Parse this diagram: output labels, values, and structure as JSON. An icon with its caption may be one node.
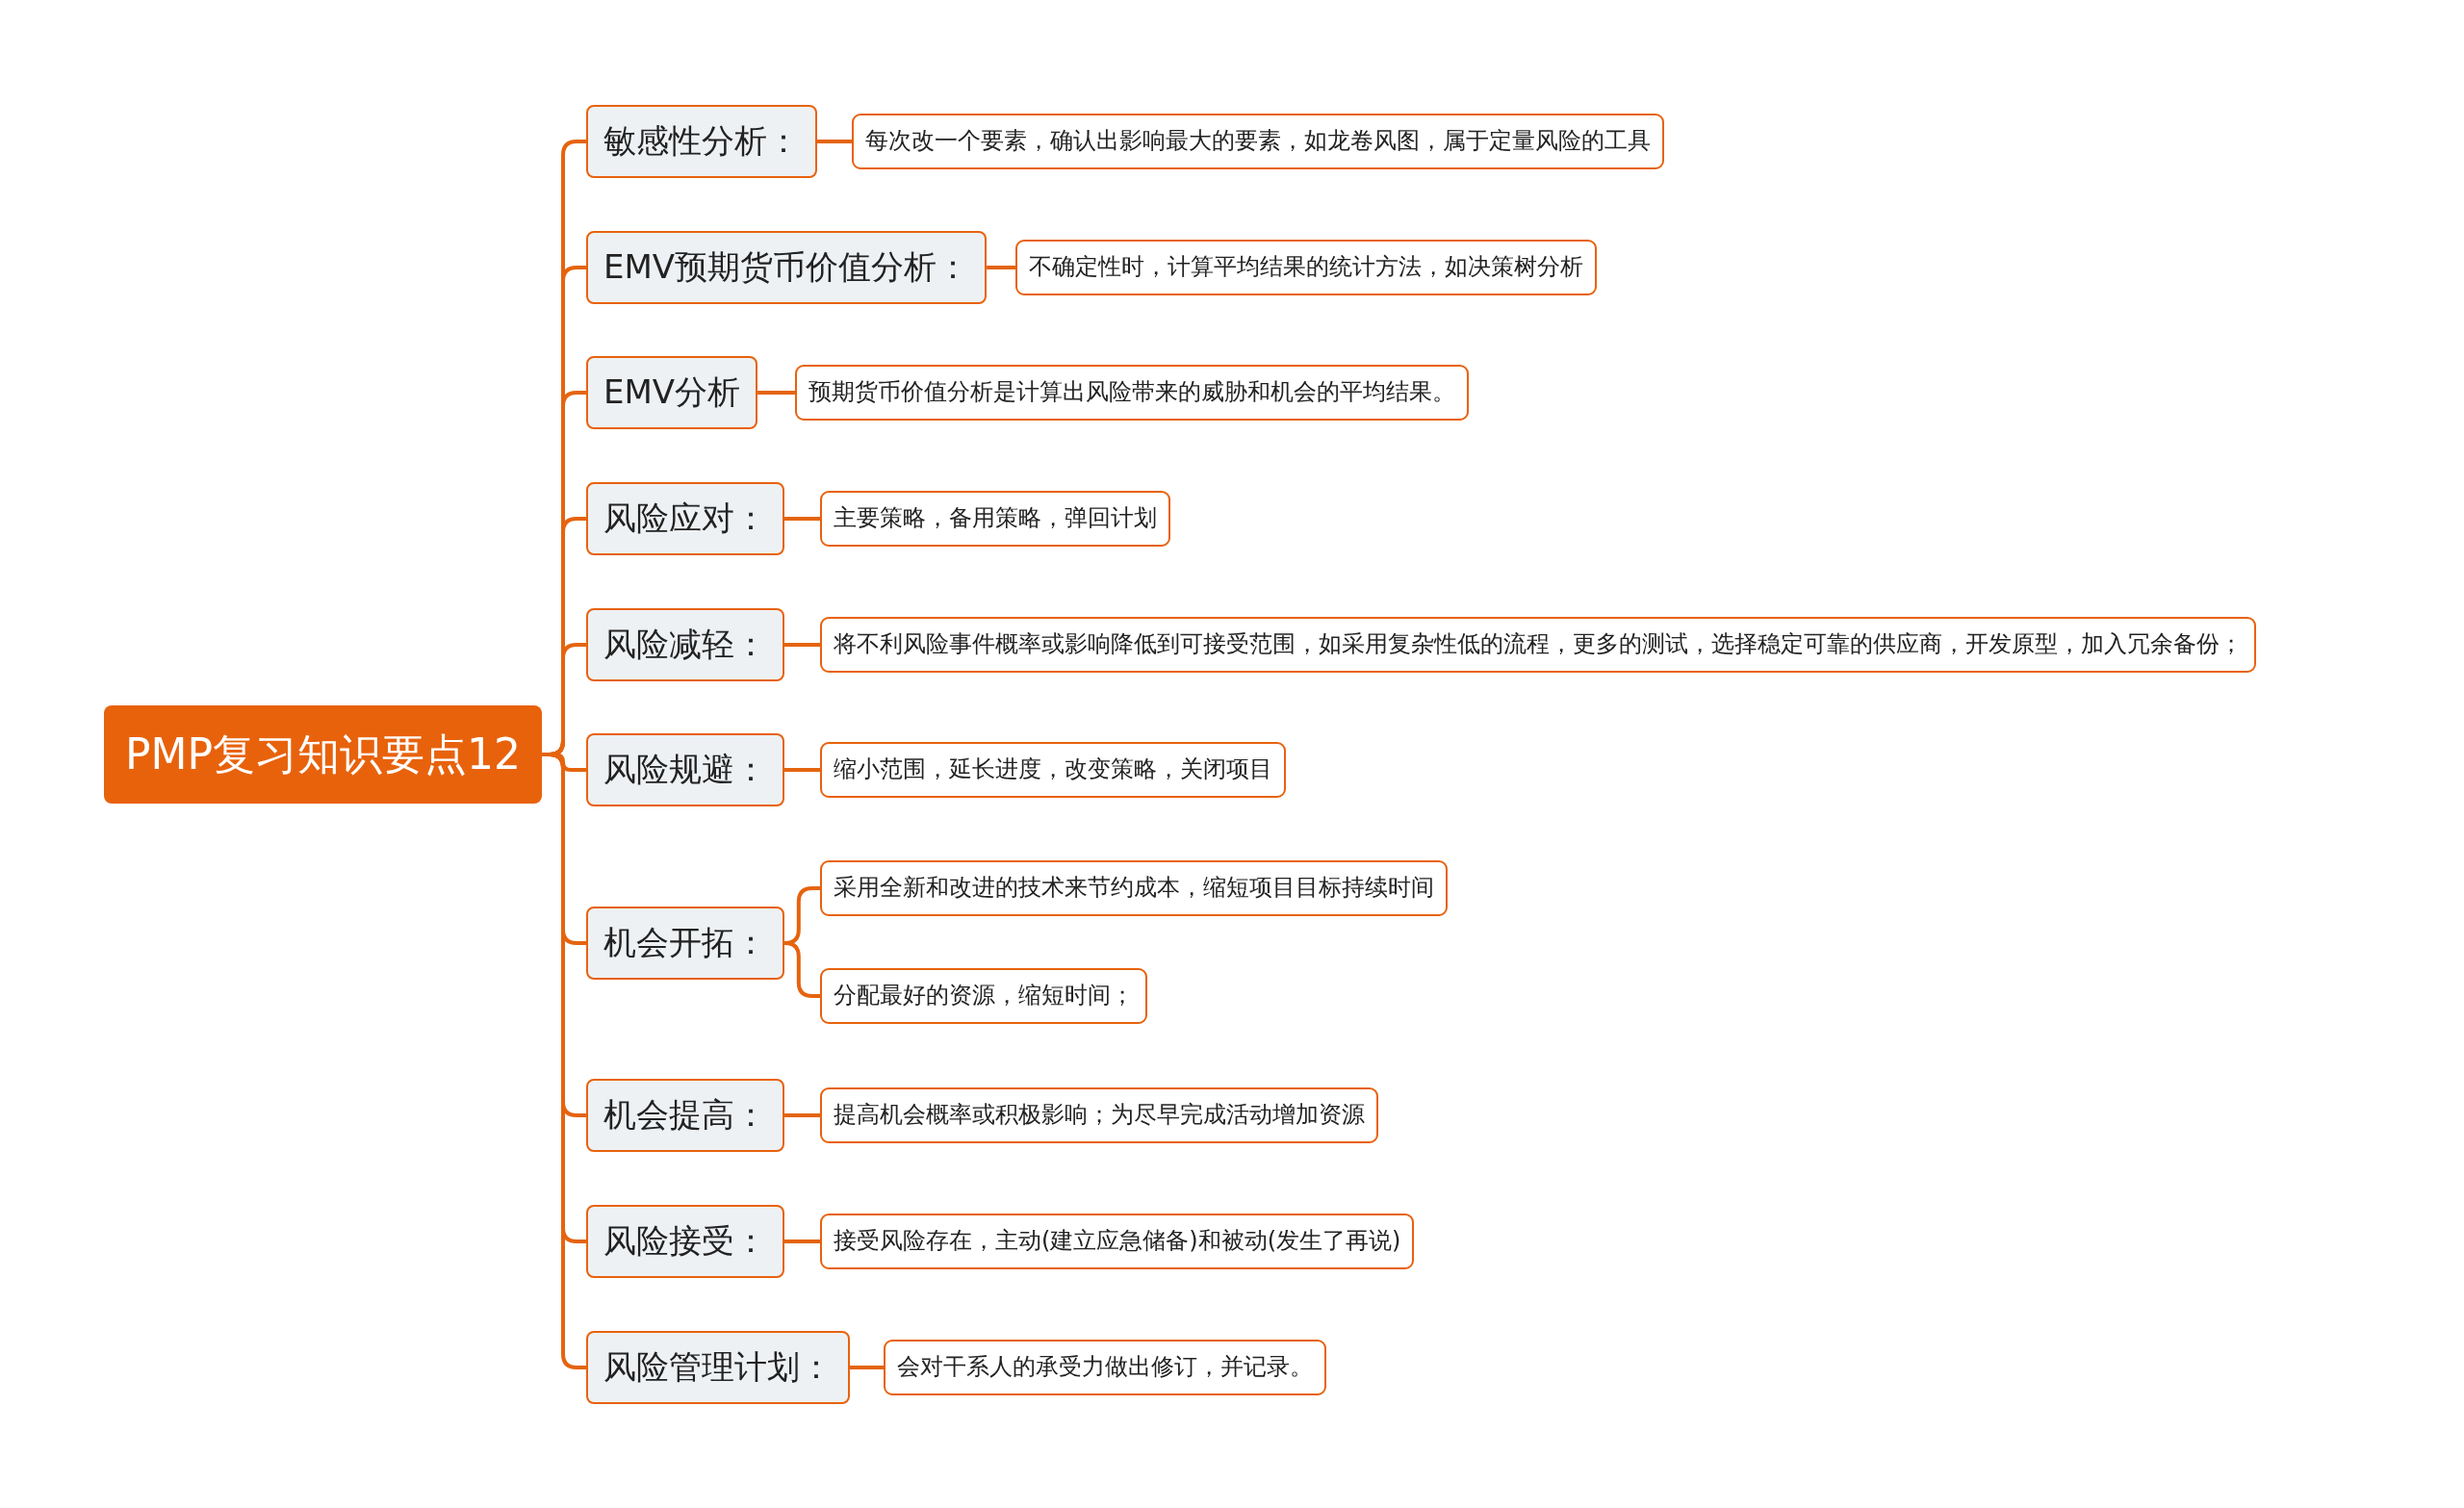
{
  "diagram": {
    "nodes": [
      {
        "text": [
          "PMP复习知识要点12"
        ]
      },
      {
        "text": [
          "敏感性分析："
        ]
      },
      {
        "text": [
          "每次改一个要素，确认出影响最大的要素，如龙卷风图，属于定量风险的工具"
        ]
      },
      {
        "text": [
          "EMV预期货币价值分析："
        ]
      },
      {
        "text": [
          "不确定性时，计算平均结果的统计方法，如决策树分析"
        ]
      },
      {
        "text": [
          "EMV分析"
        ]
      },
      {
        "text": [
          "预期货币价值分析是计算出风险带来的威胁和机会的平均结果。"
        ]
      },
      {
        "text": [
          "风险应对："
        ]
      },
      {
        "text": [
          "主要策略，备用策略，弹回计划"
        ]
      },
      {
        "text": [
          "风险减轻："
        ]
      },
      {
        "text": [
          "将不利风险事件概率或影响降低到可接受范围，如采用复杂性低的流程，更多的测试，选择稳定可靠的供应商，开发原型，加入冗余备份；"
        ]
      },
      {
        "text": [
          "风险规避："
        ]
      },
      {
        "text": [
          "缩小范围，延长进度，改变策略，关闭项目"
        ]
      },
      {
        "text": [
          "机会开拓："
        ]
      },
      {
        "text": [
          "采用全新和改进的技术来节约成本，缩短项目目标持续时间"
        ]
      },
      {
        "text": [
          "分配最好的资源，缩短时间；"
        ]
      },
      {
        "text": [
          "机会提高："
        ]
      },
      {
        "text": [
          "提高机会概率或积极影响；为尽早完成活动增加资源"
        ]
      },
      {
        "text": [
          "风险接受："
        ]
      },
      {
        "text": [
          "接受风险存在，主动(建立应急储备)和被动(发生了再说)"
        ]
      },
      {
        "text": [
          "风险管理计划："
        ]
      },
      {
        "text": [
          "会对干系人的承受力做出修订，并记录。"
        ]
      }
    ],
    "edges": [
      {
        "from": 0,
        "to": 1,
        "arrow": "none"
      },
      {
        "from": 1,
        "to": 2,
        "arrow": "none"
      },
      {
        "from": 0,
        "to": 3,
        "arrow": "none"
      },
      {
        "from": 3,
        "to": 4,
        "arrow": "none"
      },
      {
        "from": 0,
        "to": 5,
        "arrow": "none"
      },
      {
        "from": 5,
        "to": 6,
        "arrow": "none"
      },
      {
        "from": 0,
        "to": 7,
        "arrow": "none"
      },
      {
        "from": 7,
        "to": 8,
        "arrow": "none"
      },
      {
        "from": 0,
        "to": 9,
        "arrow": "none"
      },
      {
        "from": 9,
        "to": 10,
        "arrow": "none"
      },
      {
        "from": 0,
        "to": 11,
        "arrow": "none"
      },
      {
        "from": 11,
        "to": 12,
        "arrow": "none"
      },
      {
        "from": 0,
        "to": 13,
        "arrow": "none"
      },
      {
        "from": 13,
        "to": 14,
        "arrow": "none"
      },
      {
        "from": 13,
        "to": 15,
        "arrow": "none"
      },
      {
        "from": 0,
        "to": 16,
        "arrow": "none"
      },
      {
        "from": 16,
        "to": 17,
        "arrow": "none"
      },
      {
        "from": 0,
        "to": 18,
        "arrow": "none"
      },
      {
        "from": 18,
        "to": 19,
        "arrow": "none"
      },
      {
        "from": 0,
        "to": 20,
        "arrow": "none"
      },
      {
        "from": 20,
        "to": 21,
        "arrow": "none"
      }
    ]
  }
}
